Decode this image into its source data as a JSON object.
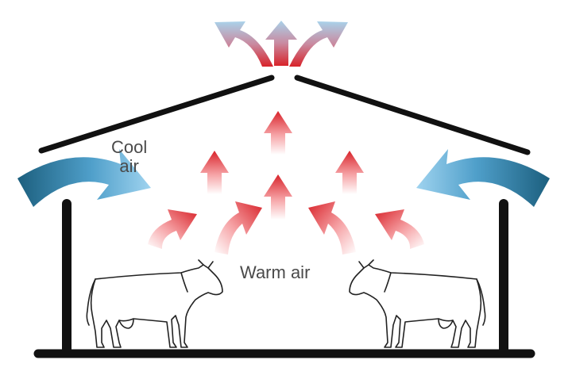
{
  "labels": {
    "cool_air_line1": "Cool",
    "cool_air_line2": "air",
    "warm_air": "Warm air"
  },
  "colors": {
    "structure": "#111111",
    "cool_light": "#8ec9e8",
    "cool_dark": "#1c5f7e",
    "warm_light": "#ffffff",
    "warm_dark": "#d8232a",
    "exhaust_light": "#a9d2ea",
    "exhaust_dark": "#d8232a",
    "cow_outline": "#222222"
  },
  "icons": [
    "cow-left",
    "cow-right",
    "cool-air-arrow",
    "warm-air-arrow",
    "exhaust-arrow"
  ]
}
